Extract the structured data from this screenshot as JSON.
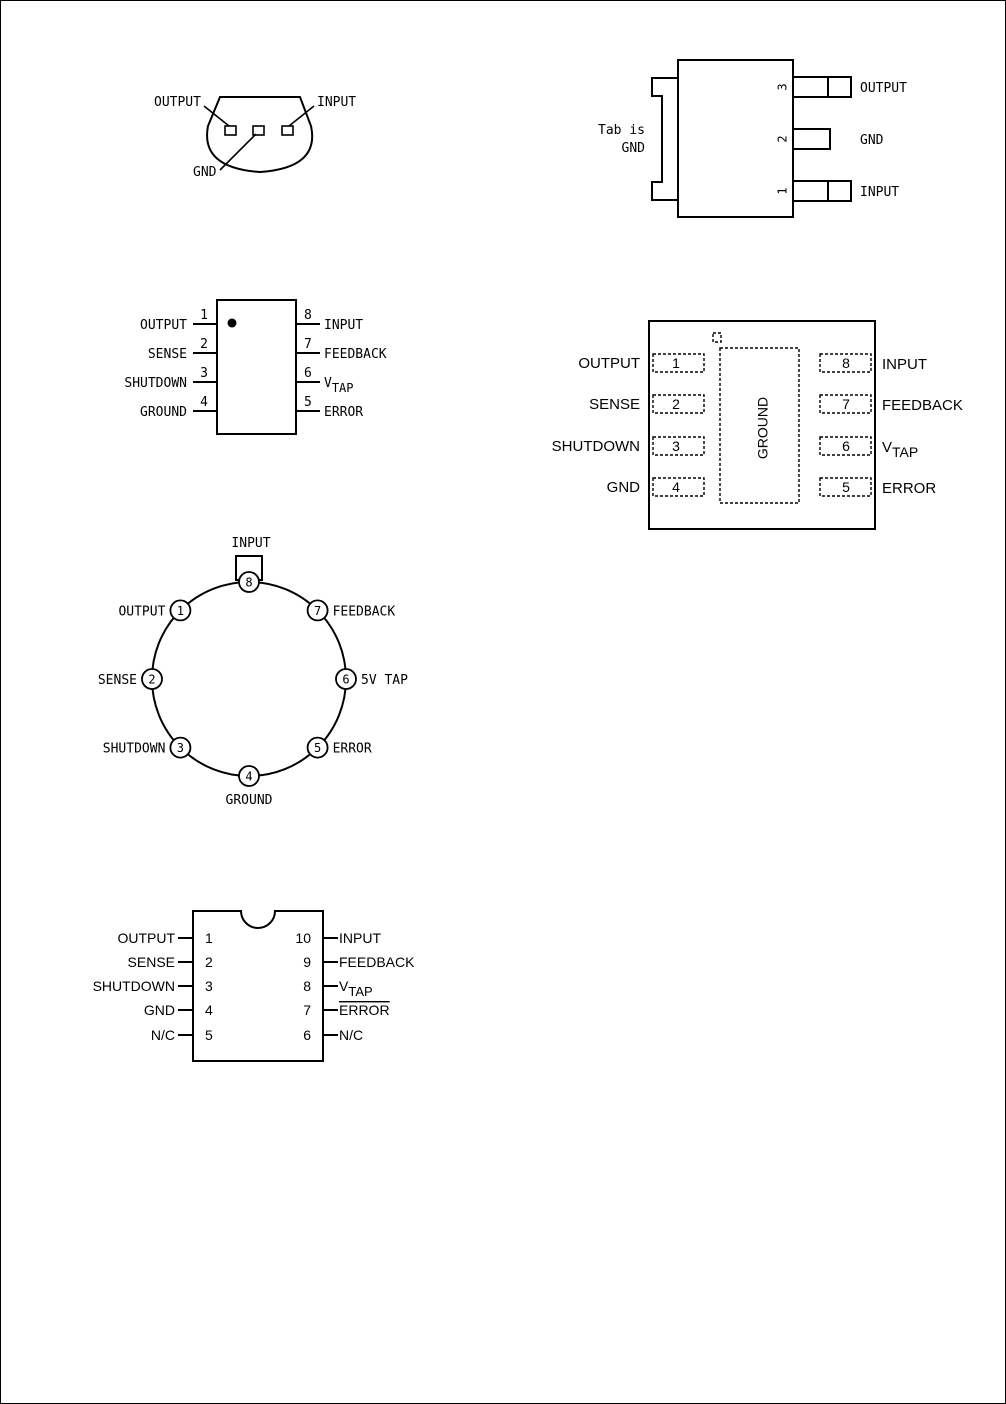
{
  "to92": {
    "output": "OUTPUT",
    "input": "INPUT",
    "gnd": "GND"
  },
  "dpak": {
    "tab_line1": "Tab is",
    "tab_line2": "GND",
    "pins": [
      {
        "num": "3",
        "label": "OUTPUT"
      },
      {
        "num": "2",
        "label": "GND"
      },
      {
        "num": "1",
        "label": "INPUT"
      }
    ]
  },
  "soic8": {
    "left": [
      {
        "num": "1",
        "label": "OUTPUT"
      },
      {
        "num": "2",
        "label": "SENSE"
      },
      {
        "num": "3",
        "label": "SHUTDOWN"
      },
      {
        "num": "4",
        "label": "GROUND"
      }
    ],
    "right": [
      {
        "num": "8",
        "label": "INPUT"
      },
      {
        "num": "7",
        "label": "FEEDBACK"
      },
      {
        "num": "6",
        "label": "V",
        "sub": "TAP"
      },
      {
        "num": "5",
        "label": "ERROR"
      }
    ]
  },
  "lp8": {
    "center": "GROUND",
    "left": [
      {
        "num": "1",
        "label": "OUTPUT"
      },
      {
        "num": "2",
        "label": "SENSE"
      },
      {
        "num": "3",
        "label": "SHUTDOWN"
      },
      {
        "num": "4",
        "label": "GND"
      }
    ],
    "right": [
      {
        "num": "8",
        "label": "INPUT"
      },
      {
        "num": "7",
        "label": "FEEDBACK"
      },
      {
        "num": "6",
        "label": "V",
        "sub": "TAP"
      },
      {
        "num": "5",
        "label": "ERROR"
      }
    ]
  },
  "to99": {
    "pins": [
      {
        "num": "8",
        "label": "INPUT"
      },
      {
        "num": "7",
        "label": "FEEDBACK"
      },
      {
        "num": "6",
        "label": "5V TAP"
      },
      {
        "num": "5",
        "label": "ERROR"
      },
      {
        "num": "4",
        "label": "GROUND"
      },
      {
        "num": "3",
        "label": "SHUTDOWN"
      },
      {
        "num": "2",
        "label": "SENSE"
      },
      {
        "num": "1",
        "label": "OUTPUT"
      }
    ]
  },
  "msop10": {
    "left": [
      {
        "num": "1",
        "label": "OUTPUT"
      },
      {
        "num": "2",
        "label": "SENSE"
      },
      {
        "num": "3",
        "label": "SHUTDOWN"
      },
      {
        "num": "4",
        "label": "GND"
      },
      {
        "num": "5",
        "label": "N/C"
      }
    ],
    "right": [
      {
        "num": "10",
        "label": "INPUT"
      },
      {
        "num": "9",
        "label": "FEEDBACK"
      },
      {
        "num": "8",
        "label": "V",
        "sub": "TAP"
      },
      {
        "num": "7",
        "label": "ERROR"
      },
      {
        "num": "6",
        "label": "N/C"
      }
    ]
  }
}
